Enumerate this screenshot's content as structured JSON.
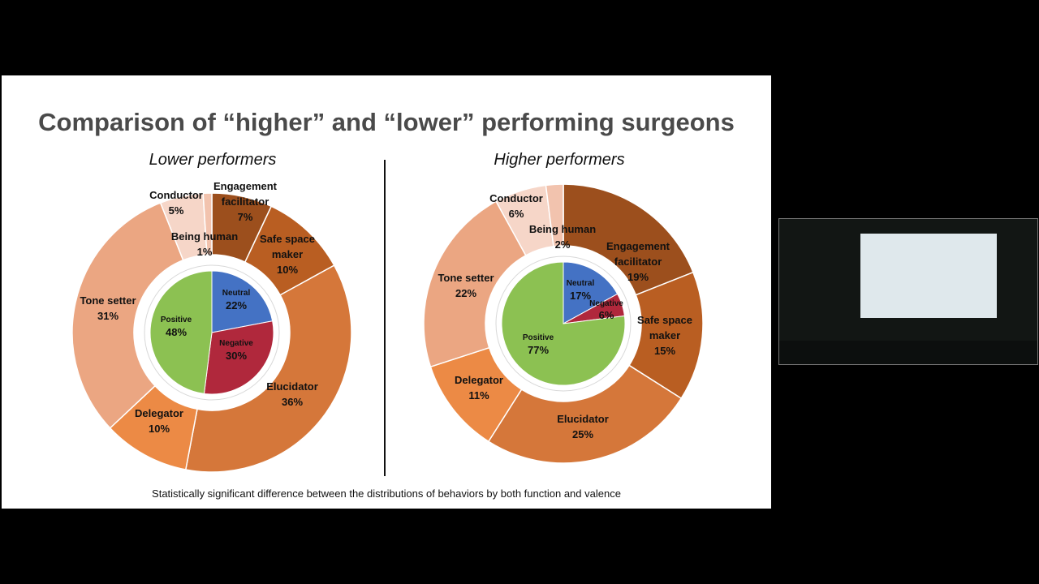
{
  "slide": {
    "title": "Comparison of “higher” and “lower” performing surgeons",
    "footnote": "Statistically significant difference between the distributions of behaviors by both function and valence"
  },
  "colors": {
    "engagement": "#9c4f1d",
    "safe_space": "#b95e22",
    "elucidator": "#d5773a",
    "delegator": "#ec8a45",
    "tone_setter": "#eba682",
    "being_human": "#f2c3ae",
    "conductor": "#f6d6c8",
    "neutral": "#4472c4",
    "negative": "#b0283c",
    "positive": "#8cc152"
  },
  "chart_data": [
    {
      "type": "pie",
      "title": "Lower performers",
      "outer": [
        {
          "name": "Engagement facilitator",
          "value": 7,
          "label": "7%"
        },
        {
          "name": "Safe space maker",
          "value": 10,
          "label": "10%"
        },
        {
          "name": "Elucidator",
          "value": 36,
          "label": "36%"
        },
        {
          "name": "Delegator",
          "value": 10,
          "label": "10%"
        },
        {
          "name": "Tone setter",
          "value": 31,
          "label": "31%"
        },
        {
          "name": "Conductor",
          "value": 5,
          "label": "5%"
        },
        {
          "name": "Being human",
          "value": 1,
          "label": "1%"
        }
      ],
      "inner": [
        {
          "name": "Neutral",
          "value": 22,
          "label": "22%"
        },
        {
          "name": "Negative",
          "value": 30,
          "label": "30%"
        },
        {
          "name": "Positive",
          "value": 48,
          "label": "48%"
        }
      ]
    },
    {
      "type": "pie",
      "title": "Higher performers",
      "outer": [
        {
          "name": "Engagement facilitator",
          "value": 19,
          "label": "19%"
        },
        {
          "name": "Safe space maker",
          "value": 15,
          "label": "15%"
        },
        {
          "name": "Elucidator",
          "value": 25,
          "label": "25%"
        },
        {
          "name": "Delegator",
          "value": 11,
          "label": "11%"
        },
        {
          "name": "Tone setter",
          "value": 22,
          "label": "22%"
        },
        {
          "name": "Conductor",
          "value": 6,
          "label": "6%"
        },
        {
          "name": "Being human",
          "value": 2,
          "label": "2%"
        }
      ],
      "inner": [
        {
          "name": "Neutral",
          "value": 17,
          "label": "17%"
        },
        {
          "name": "Negative",
          "value": 6,
          "label": "6%"
        },
        {
          "name": "Positive",
          "value": 77,
          "label": "77%"
        }
      ]
    }
  ]
}
